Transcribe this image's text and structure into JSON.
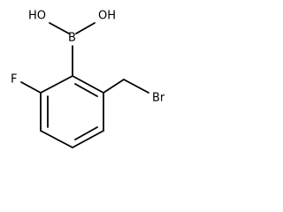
{
  "molecule": {
    "atoms": {
      "ho_left": "HO",
      "oh_right": "OH",
      "boron": "B",
      "fluorine": "F",
      "bromine": "Br"
    },
    "colors": {
      "background": "#ffffff",
      "bond": "#000000",
      "label": "#000000"
    }
  }
}
